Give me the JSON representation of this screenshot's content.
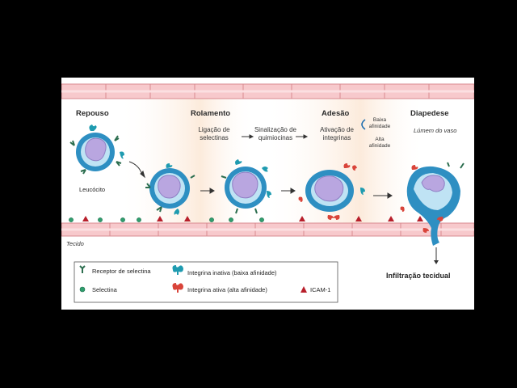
{
  "stages": [
    "Repouso",
    "Rolamento",
    "Adesão",
    "Diapedese"
  ],
  "steps": {
    "selectin_binding": "Ligação de selectinas",
    "chemokine_signaling": "Sinalização de quimiocinas",
    "integrin_activation": "Ativação de integrinas",
    "low_affinity": "Baixa afinidade",
    "high_affinity": "Alta afinidade"
  },
  "labels": {
    "leukocyte": "Leucócito",
    "vessel_lumen": "Lúmem do vaso",
    "tissue": "Tecido",
    "tissue_infiltration": "Infiltração tecidual"
  },
  "legend": [
    {
      "icon": "selectin-receptor-icon",
      "label": "Receptor de selectina"
    },
    {
      "icon": "inactive-integrin-icon",
      "label": "Integrina inativa (baixa afinidade)"
    },
    {
      "icon": "selectin-icon",
      "label": "Selectina"
    },
    {
      "icon": "active-integrin-icon",
      "label": "Integrina ativa (alta afinidade)"
    },
    {
      "icon": "icam1-icon",
      "label": "ICAM-1"
    }
  ],
  "colors": {
    "endothelium": "#f7c9cc",
    "endothelium_border": "#d98a90",
    "cell_ring": "#2e8fc2",
    "cell_inner": "#bfe3f4",
    "nucleus": "#b9a6e0",
    "selectin": "#2f9e6e",
    "receptor": "#2c6e4f",
    "inactive_integrin": "#1f9bb0",
    "active_integrin": "#d9443a",
    "icam1": "#b81f2b",
    "lumen_glow": "#fbe2cc"
  }
}
